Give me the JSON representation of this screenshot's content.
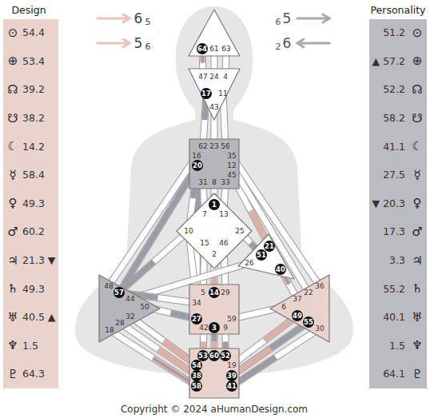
{
  "diagram": {
    "caption": "Copyright © 2024 aHumanDesign.com",
    "nodes": [
      {
        "text": [
          "Design",
          "⊙",
          "54.4",
          "⊕",
          "53.4",
          "☊",
          "39.2",
          "☋",
          "38.2",
          "☾",
          "14.2",
          "☿",
          "58.4",
          "♀",
          "49.3",
          "♂",
          "60.2",
          "♃",
          "21.3 ▼",
          "♄",
          "49.3",
          "♅",
          "40.5 ▲",
          "♆",
          "1.5",
          "♇",
          "64.3"
        ]
      },
      {
        "text": [
          "Personality",
          "51.2",
          "⊙",
          "▲ 57.2",
          "⊕",
          "52.2",
          "☊",
          "58.2",
          "☋",
          "41.1",
          "☾",
          "27.5",
          "☿",
          "▼ 20.3",
          "♀",
          "17.3",
          "♂",
          "3.3",
          "♃",
          "55.2",
          "♄",
          "40.1",
          "♅",
          "1.5",
          "♆",
          "64.1",
          "♇"
        ]
      },
      {
        "text": [
          "64",
          "61",
          "63"
        ]
      },
      {
        "text": [
          "47",
          "24",
          "4",
          "17",
          "11",
          "43"
        ]
      },
      {
        "text": [
          "62",
          "23",
          "56",
          "16",
          "35",
          "20",
          "12",
          "45",
          "31",
          "8",
          "33"
        ]
      },
      {
        "text": [
          "1",
          "7",
          "13",
          "10",
          "25",
          "15",
          "46",
          "2"
        ]
      },
      {
        "text": [
          "21",
          "51",
          "26",
          "40"
        ]
      },
      {
        "text": [
          "48",
          "57",
          "44",
          "50",
          "32",
          "28",
          "18"
        ]
      },
      {
        "text": [
          "5",
          "14",
          "29",
          "34",
          "27",
          "59",
          "42",
          "3",
          "9"
        ]
      },
      {
        "text": [
          "36",
          "22",
          "37",
          "6",
          "49",
          "55",
          "30"
        ]
      },
      {
        "text": [
          "53",
          "60",
          "52",
          "54",
          "19",
          "38",
          "39",
          "58",
          "41"
        ]
      }
    ],
    "edges": [
      {
        "from": 2,
        "to": 3,
        "arrow": "none"
      },
      {
        "from": 2,
        "to": 3,
        "arrow": "none"
      },
      {
        "from": 2,
        "to": 3,
        "arrow": "none"
      },
      {
        "from": 3,
        "to": 4,
        "arrow": "none"
      },
      {
        "from": 3,
        "to": 4,
        "arrow": "none"
      },
      {
        "from": 3,
        "to": 4,
        "arrow": "none"
      },
      {
        "from": 4,
        "to": 5,
        "arrow": "none"
      },
      {
        "from": 4,
        "to": 5,
        "arrow": "none"
      },
      {
        "from": 4,
        "to": 5,
        "arrow": "none"
      },
      {
        "from": 4,
        "to": 6,
        "arrow": "none"
      },
      {
        "from": 4,
        "to": 7,
        "arrow": "none"
      },
      {
        "from": 4,
        "to": 7,
        "arrow": "none"
      },
      {
        "from": 4,
        "to": 8,
        "arrow": "none"
      },
      {
        "from": 4,
        "to": 9,
        "arrow": "none"
      },
      {
        "from": 4,
        "to": 9,
        "arrow": "none"
      },
      {
        "from": 5,
        "to": 8,
        "arrow": "none"
      },
      {
        "from": 5,
        "to": 8,
        "arrow": "none"
      },
      {
        "from": 5,
        "to": 8,
        "arrow": "none"
      },
      {
        "from": 5,
        "to": 6,
        "arrow": "none"
      },
      {
        "from": 5,
        "to": 7,
        "arrow": "none"
      },
      {
        "from": 5,
        "to": 8,
        "arrow": "none"
      },
      {
        "from": 5,
        "to": 4,
        "arrow": "none"
      },
      {
        "from": 6,
        "to": 7,
        "arrow": "none"
      },
      {
        "from": 6,
        "to": 9,
        "arrow": "none"
      },
      {
        "from": 7,
        "to": 8,
        "arrow": "none"
      },
      {
        "from": 7,
        "to": 8,
        "arrow": "none"
      },
      {
        "from": 7,
        "to": 10,
        "arrow": "none"
      },
      {
        "from": 7,
        "to": 10,
        "arrow": "none"
      },
      {
        "from": 7,
        "to": 10,
        "arrow": "none"
      },
      {
        "from": 8,
        "to": 10,
        "arrow": "none"
      },
      {
        "from": 8,
        "to": 10,
        "arrow": "none"
      },
      {
        "from": 8,
        "to": 10,
        "arrow": "none"
      },
      {
        "from": 9,
        "to": 8,
        "arrow": "none"
      },
      {
        "from": 9,
        "to": 10,
        "arrow": "none"
      },
      {
        "from": 9,
        "to": 10,
        "arrow": "none"
      },
      {
        "from": 9,
        "to": 10,
        "arrow": "none"
      }
    ],
    "labels": [
      "6",
      "5",
      "5",
      "6",
      "6",
      "5",
      "2",
      "6"
    ]
  }
}
